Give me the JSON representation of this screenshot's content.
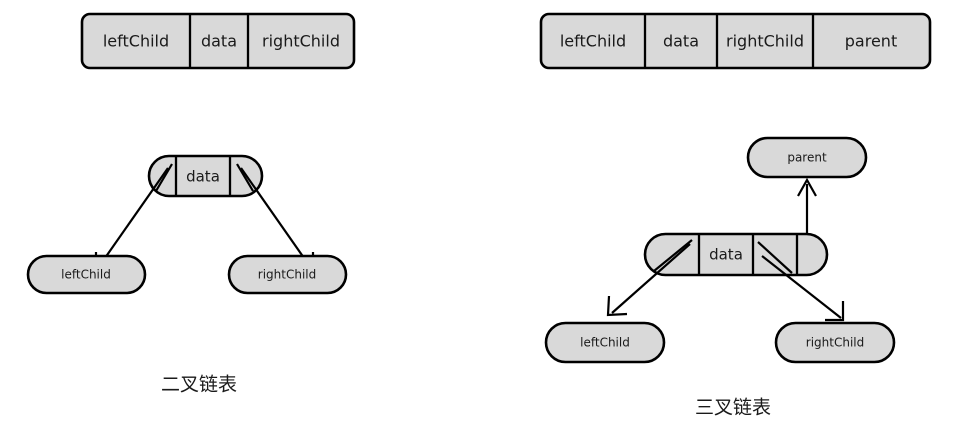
{
  "diagram": {
    "title_left": "二叉链表",
    "title_right": "三叉链表",
    "colors": {
      "node_fill": "#d9d9d9",
      "stroke": "#000000",
      "text": "#1a1a1a",
      "background": "#ffffff"
    }
  },
  "left_panel": {
    "struct_table": {
      "name": "binary-node-struct",
      "fields": [
        {
          "label": "leftChild"
        },
        {
          "label": "data"
        },
        {
          "label": "rightChild"
        }
      ]
    },
    "tree": {
      "root": {
        "cells": [
          {
            "label": "",
            "kind": "pointer-left"
          },
          {
            "label": "data",
            "kind": "data"
          },
          {
            "label": "",
            "kind": "pointer-right"
          }
        ]
      },
      "children": [
        {
          "label": "leftChild"
        },
        {
          "label": "rightChild"
        }
      ]
    },
    "caption": "二叉链表"
  },
  "right_panel": {
    "struct_table": {
      "name": "trinary-node-struct",
      "fields": [
        {
          "label": "leftChild"
        },
        {
          "label": "data"
        },
        {
          "label": "rightChild"
        },
        {
          "label": "parent"
        }
      ]
    },
    "tree": {
      "parent": {
        "label": "parent"
      },
      "root": {
        "cells": [
          {
            "label": "",
            "kind": "pointer-left"
          },
          {
            "label": "data",
            "kind": "data"
          },
          {
            "label": "",
            "kind": "pointer-right"
          },
          {
            "label": "",
            "kind": "pointer-parent"
          }
        ]
      },
      "children": [
        {
          "label": "leftChild"
        },
        {
          "label": "rightChild"
        }
      ]
    },
    "caption": "三叉链表"
  }
}
